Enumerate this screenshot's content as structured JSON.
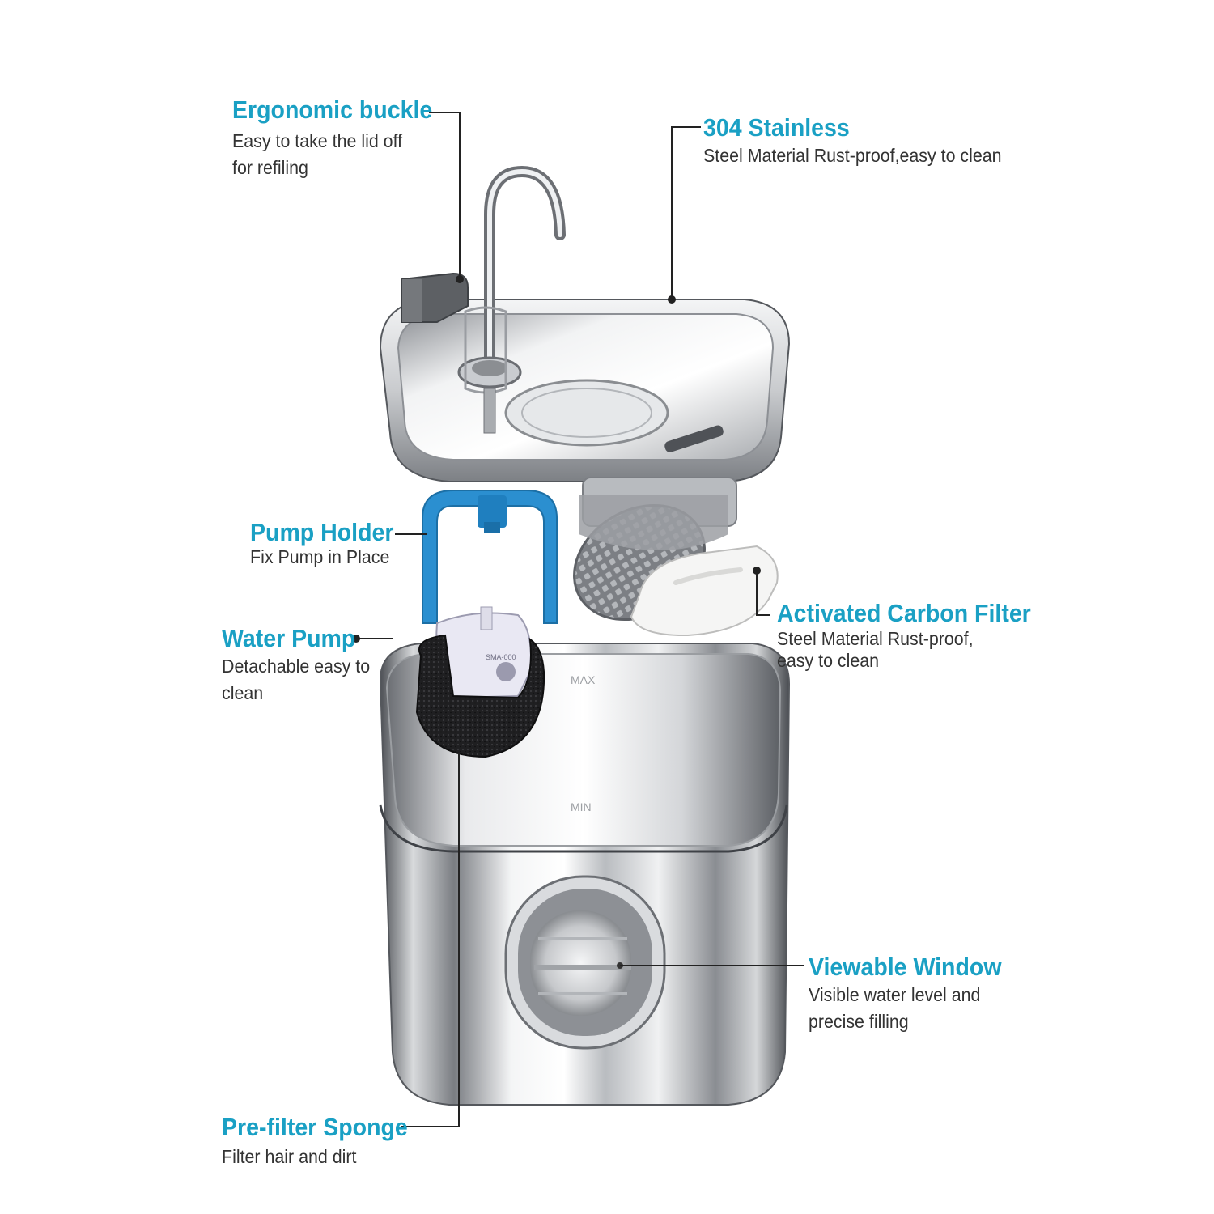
{
  "colors": {
    "accent": "#1aa0c4",
    "leader": "#222222",
    "pump_holder_blue": "#2b8fd0",
    "steel_dark": "#5f6266",
    "steel_light": "#eef0f2"
  },
  "callouts": {
    "ergonomic_buckle": {
      "title": "Ergonomic buckle",
      "desc_lines": [
        "Easy to take the lid off",
        "for refiling"
      ]
    },
    "stainless": {
      "title": "304 Stainless",
      "desc_lines": [
        "Steel Material Rust-proof,easy to clean"
      ]
    },
    "pump_holder": {
      "title": "Pump Holder",
      "desc_lines": [
        "Fix Pump in Place"
      ]
    },
    "water_pump": {
      "title": "Water Pump",
      "desc_lines": [
        "Detachable easy to",
        "clean"
      ]
    },
    "carbon_filter": {
      "title": "Activated Carbon Filter",
      "desc_lines": [
        "Steel Material Rust-proof,",
        "easy to clean"
      ]
    },
    "viewable_window": {
      "title": "Viewable Window",
      "desc_lines": [
        "Visible water level and",
        "precise filling"
      ]
    },
    "prefilter_sponge": {
      "title": "Pre-filter Sponge",
      "desc_lines": [
        "Filter hair and dirt"
      ]
    }
  },
  "icons": {
    "faucet": "faucet-icon",
    "buckle": "buckle-icon",
    "pump": "water-pump-icon",
    "sponge": "sponge-icon",
    "filter": "carbon-filter-icon",
    "window": "window-icon"
  }
}
